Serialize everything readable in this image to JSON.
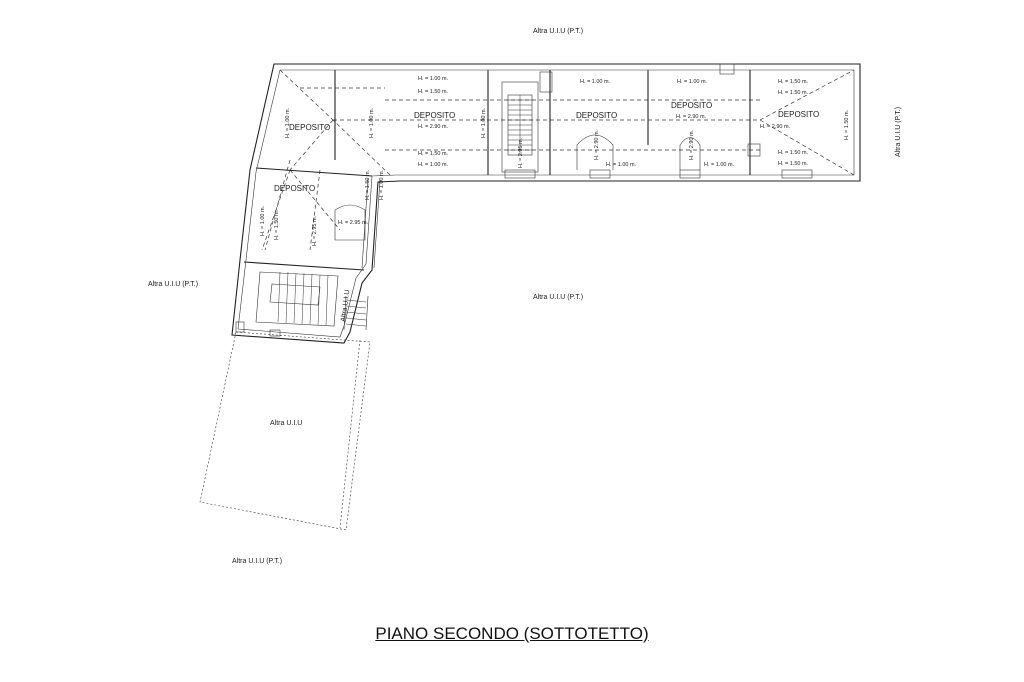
{
  "title": "PIANO SECONDO (SOTTOTETTO)",
  "external_labels": {
    "top": "Altra U.I.U (P.T.)",
    "right": "Altra U.I.U (P.T.)",
    "left": "Altra U.I.U (P.T.)",
    "center": "Altra U.I.U (P.T.)",
    "bottom": "Altra U.I.U (P.T.)",
    "lower_block": "Altra U.I.U",
    "stair_unit": "Altra U.I.U"
  },
  "rooms": {
    "deposito_1": "DEPOSITO",
    "deposito_2": "DEPOSITO",
    "deposito_3": "DEPOSITO",
    "deposito_4": "DEPOSITO",
    "deposito_5": "DEPOSITO",
    "deposito_6": "DEPOSITO"
  },
  "heights": {
    "h100": "H. = 1.00 m.",
    "h150": "H. = 1.50 m.",
    "h290": "H. = 2.90 m.",
    "h295": "H. = 2.95 m."
  }
}
